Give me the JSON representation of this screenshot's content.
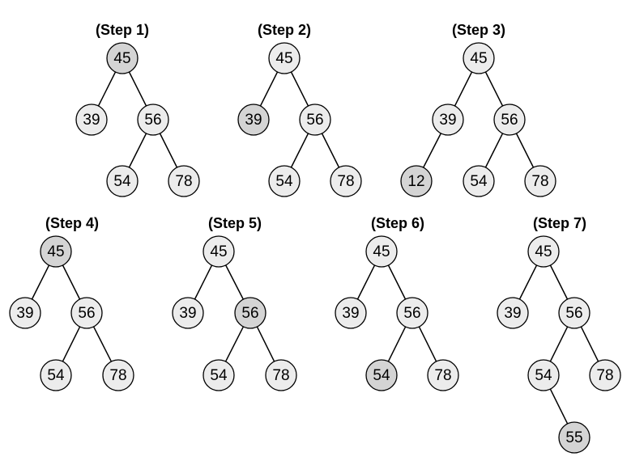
{
  "colors": {
    "node_fill": "#ececec",
    "highlight_fill": "#d4d4d4",
    "stroke": "#000000",
    "background": "#ffffff"
  },
  "steps": [
    {
      "title": "(Step 1)",
      "nodes": [
        {
          "id": "45",
          "label": "45",
          "highlight": true
        },
        {
          "id": "39",
          "label": "39",
          "highlight": false
        },
        {
          "id": "56",
          "label": "56",
          "highlight": false
        },
        {
          "id": "54",
          "label": "54",
          "highlight": false
        },
        {
          "id": "78",
          "label": "78",
          "highlight": false
        }
      ],
      "edges": [
        [
          "45",
          "39"
        ],
        [
          "45",
          "56"
        ],
        [
          "56",
          "54"
        ],
        [
          "56",
          "78"
        ]
      ]
    },
    {
      "title": "(Step 2)",
      "nodes": [
        {
          "id": "45",
          "label": "45",
          "highlight": false
        },
        {
          "id": "39",
          "label": "39",
          "highlight": true
        },
        {
          "id": "56",
          "label": "56",
          "highlight": false
        },
        {
          "id": "54",
          "label": "54",
          "highlight": false
        },
        {
          "id": "78",
          "label": "78",
          "highlight": false
        }
      ],
      "edges": [
        [
          "45",
          "39"
        ],
        [
          "45",
          "56"
        ],
        [
          "56",
          "54"
        ],
        [
          "56",
          "78"
        ]
      ]
    },
    {
      "title": "(Step 3)",
      "nodes": [
        {
          "id": "45",
          "label": "45",
          "highlight": false
        },
        {
          "id": "39",
          "label": "39",
          "highlight": false
        },
        {
          "id": "56",
          "label": "56",
          "highlight": false
        },
        {
          "id": "12",
          "label": "12",
          "highlight": true
        },
        {
          "id": "54",
          "label": "54",
          "highlight": false
        },
        {
          "id": "78",
          "label": "78",
          "highlight": false
        }
      ],
      "edges": [
        [
          "45",
          "39"
        ],
        [
          "45",
          "56"
        ],
        [
          "39",
          "12"
        ],
        [
          "56",
          "54"
        ],
        [
          "56",
          "78"
        ]
      ]
    },
    {
      "title": "(Step 4)",
      "nodes": [
        {
          "id": "45",
          "label": "45",
          "highlight": true
        },
        {
          "id": "39",
          "label": "39",
          "highlight": false
        },
        {
          "id": "56",
          "label": "56",
          "highlight": false
        },
        {
          "id": "54",
          "label": "54",
          "highlight": false
        },
        {
          "id": "78",
          "label": "78",
          "highlight": false
        }
      ],
      "edges": [
        [
          "45",
          "39"
        ],
        [
          "45",
          "56"
        ],
        [
          "56",
          "54"
        ],
        [
          "56",
          "78"
        ]
      ]
    },
    {
      "title": "(Step 5)",
      "nodes": [
        {
          "id": "45",
          "label": "45",
          "highlight": false
        },
        {
          "id": "39",
          "label": "39",
          "highlight": false
        },
        {
          "id": "56",
          "label": "56",
          "highlight": true
        },
        {
          "id": "54",
          "label": "54",
          "highlight": false
        },
        {
          "id": "78",
          "label": "78",
          "highlight": false
        }
      ],
      "edges": [
        [
          "45",
          "39"
        ],
        [
          "45",
          "56"
        ],
        [
          "56",
          "54"
        ],
        [
          "56",
          "78"
        ]
      ]
    },
    {
      "title": "(Step 6)",
      "nodes": [
        {
          "id": "45",
          "label": "45",
          "highlight": false
        },
        {
          "id": "39",
          "label": "39",
          "highlight": false
        },
        {
          "id": "56",
          "label": "56",
          "highlight": false
        },
        {
          "id": "54",
          "label": "54",
          "highlight": true
        },
        {
          "id": "78",
          "label": "78",
          "highlight": false
        }
      ],
      "edges": [
        [
          "45",
          "39"
        ],
        [
          "45",
          "56"
        ],
        [
          "56",
          "54"
        ],
        [
          "56",
          "78"
        ]
      ]
    },
    {
      "title": "(Step 7)",
      "nodes": [
        {
          "id": "45",
          "label": "45",
          "highlight": false
        },
        {
          "id": "39",
          "label": "39",
          "highlight": false
        },
        {
          "id": "56",
          "label": "56",
          "highlight": false
        },
        {
          "id": "54",
          "label": "54",
          "highlight": false
        },
        {
          "id": "78",
          "label": "78",
          "highlight": false
        },
        {
          "id": "55",
          "label": "55",
          "highlight": true
        }
      ],
      "edges": [
        [
          "45",
          "39"
        ],
        [
          "45",
          "56"
        ],
        [
          "56",
          "54"
        ],
        [
          "56",
          "78"
        ],
        [
          "54",
          "55"
        ]
      ]
    }
  ]
}
